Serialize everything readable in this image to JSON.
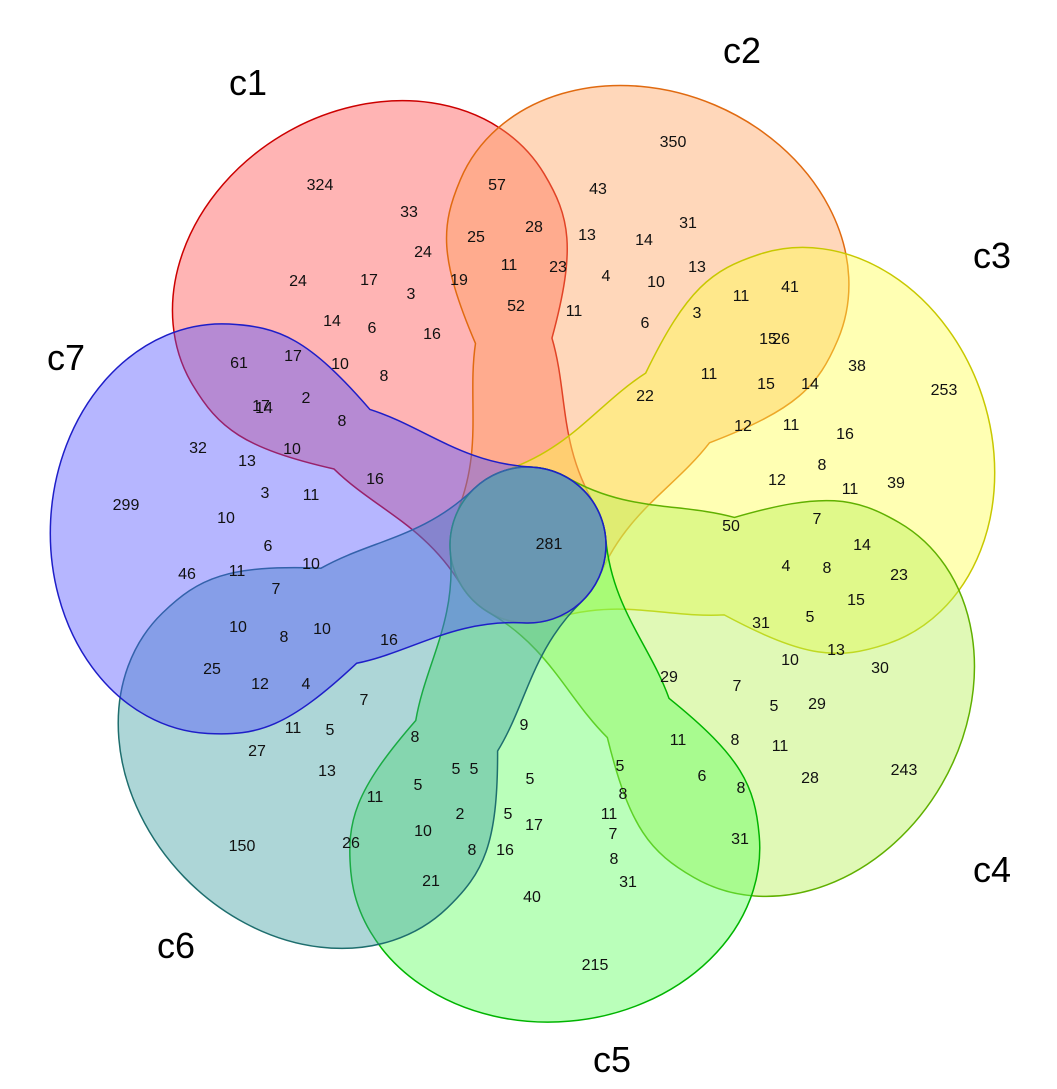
{
  "chart_data": {
    "type": "venn",
    "sets": [
      {
        "name": "c1",
        "color": "#ff4d4d",
        "stroke": "#cc0000"
      },
      {
        "name": "c2",
        "color": "#ffa05a",
        "stroke": "#e06a10"
      },
      {
        "name": "c3",
        "color": "#ffff4a",
        "stroke": "#c8c800"
      },
      {
        "name": "c4",
        "color": "#b4f050",
        "stroke": "#60b000"
      },
      {
        "name": "c5",
        "color": "#5aff5a",
        "stroke": "#00b400"
      },
      {
        "name": "c6",
        "color": "#3c9ea0",
        "stroke": "#1e6e6e"
      },
      {
        "name": "c7",
        "color": "#5050ff",
        "stroke": "#1e1ec8"
      }
    ],
    "center_value": 281,
    "region_values": [
      324,
      57,
      33,
      24,
      17,
      3,
      24,
      25,
      19,
      28,
      11,
      52,
      14,
      6,
      16,
      10,
      8,
      17,
      61,
      17,
      350,
      43,
      13,
      23,
      4,
      14,
      10,
      13,
      31,
      3,
      11,
      11,
      6,
      41,
      15,
      26,
      11,
      22,
      253,
      38,
      15,
      14,
      11,
      12,
      16,
      8,
      39,
      11,
      12,
      7,
      50,
      14,
      4,
      8,
      23,
      15,
      243,
      31,
      5,
      10,
      13,
      30,
      29,
      7,
      5,
      29,
      11,
      8,
      11,
      28,
      6,
      8,
      215,
      9,
      5,
      5,
      5,
      8,
      11,
      31,
      17,
      5,
      7,
      8,
      16,
      40,
      31,
      150,
      5,
      8,
      11,
      5,
      2,
      10,
      26,
      8,
      21,
      27,
      13,
      11,
      5,
      4,
      7,
      12,
      25,
      10,
      8,
      10,
      16,
      299,
      32,
      13,
      10,
      14,
      2,
      8,
      3,
      11,
      10,
      6,
      46,
      11,
      7,
      10,
      16
    ]
  }
}
